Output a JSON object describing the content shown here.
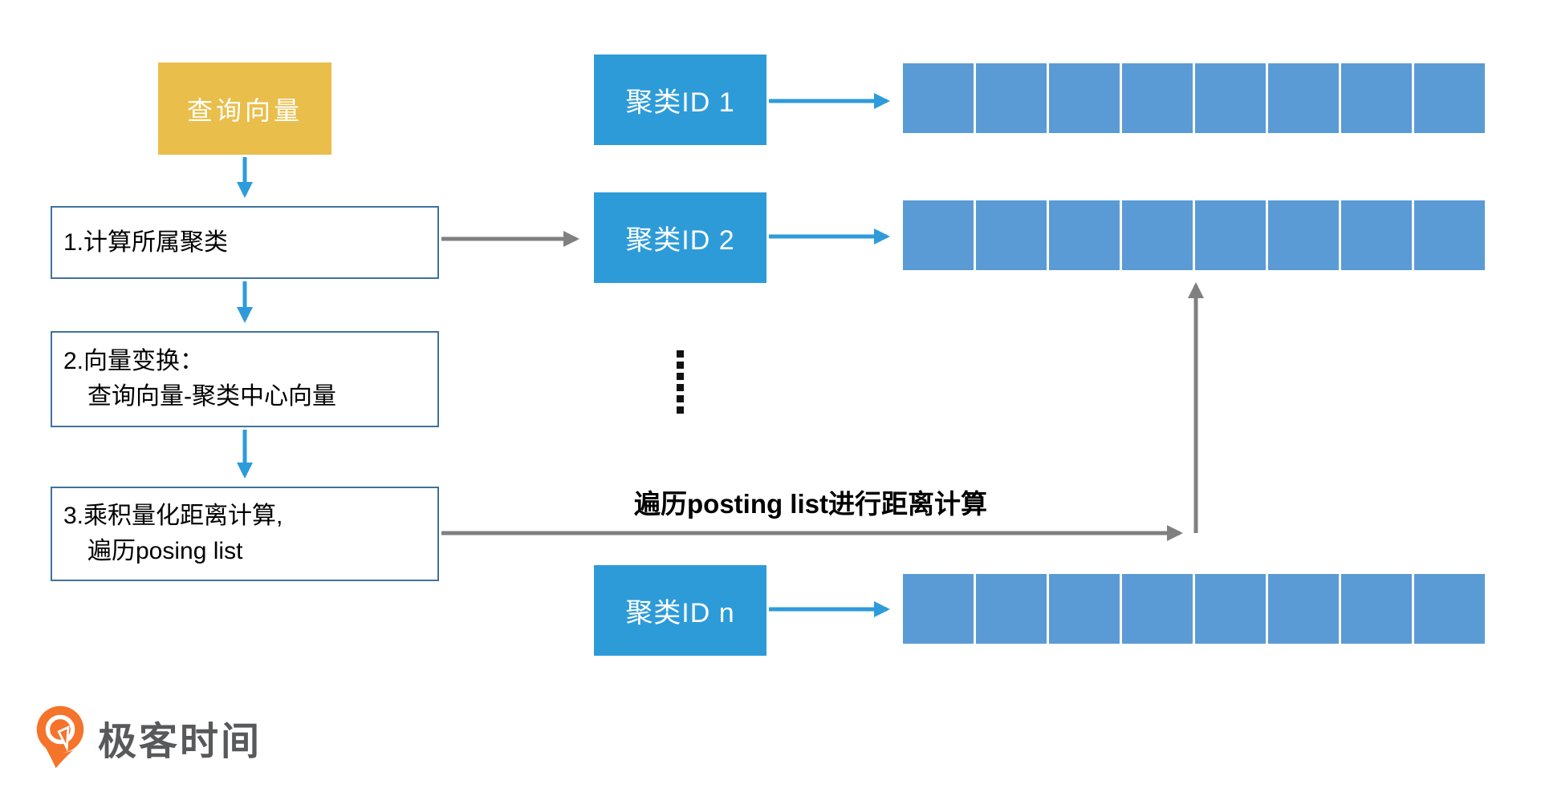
{
  "diagram": {
    "query_box": {
      "label": "查询向量"
    },
    "steps": [
      {
        "line1": "1.计算所属聚类",
        "line2": ""
      },
      {
        "line1": "2.向量变换：",
        "line2": "查询向量-聚类中心向量"
      },
      {
        "line1": "3.乘积量化距离计算,",
        "line2": "遍历posing list"
      }
    ],
    "clusters": [
      {
        "label": "聚类ID 1",
        "cells": 8
      },
      {
        "label": "聚类ID 2",
        "cells": 8
      },
      {
        "label": "聚类ID n",
        "cells": 8
      }
    ],
    "ellipsis_dots": 6,
    "annotation": "遍历posting list进行距离计算",
    "colors": {
      "yellow": "#E9BE4B",
      "id_blue": "#2E9BD9",
      "cell_blue": "#5B9BD5",
      "arrow_blue": "#2E9BDA",
      "arrow_gray": "#808080",
      "box_border": "#41719C",
      "logo_orange": "#F4742B",
      "logo_text_color": "#58595B"
    }
  },
  "footer": {
    "logo_text": "极客时间"
  }
}
